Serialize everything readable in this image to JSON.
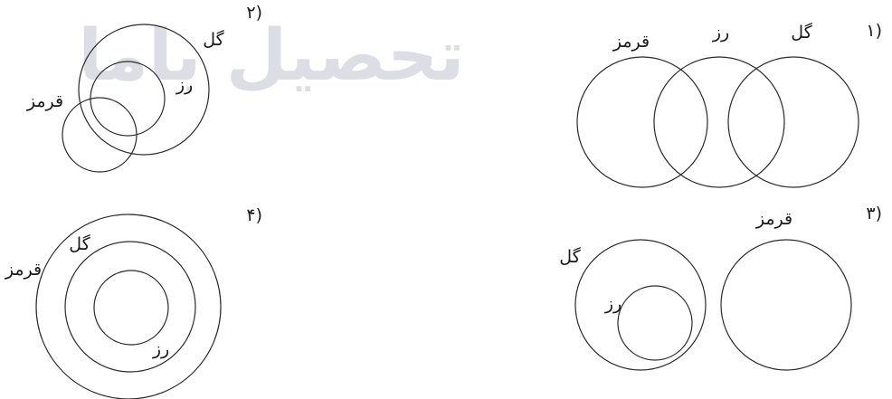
{
  "watermark": "تحصیل ‌باما",
  "options": [
    {
      "number": "۱)",
      "labels": {
        "rose": "گل",
        "red": "قرمز",
        "flower": "رز"
      }
    },
    {
      "number": "۲)",
      "labels": {
        "rose": "گل",
        "red": "قرمز",
        "flower": "رز"
      }
    },
    {
      "number": "۳)",
      "labels": {
        "rose": "گل",
        "red": "قرمز",
        "flower": "رز"
      }
    },
    {
      "number": "۴)",
      "labels": {
        "rose": "گل",
        "red": "قرمز",
        "flower": "رز"
      }
    }
  ]
}
